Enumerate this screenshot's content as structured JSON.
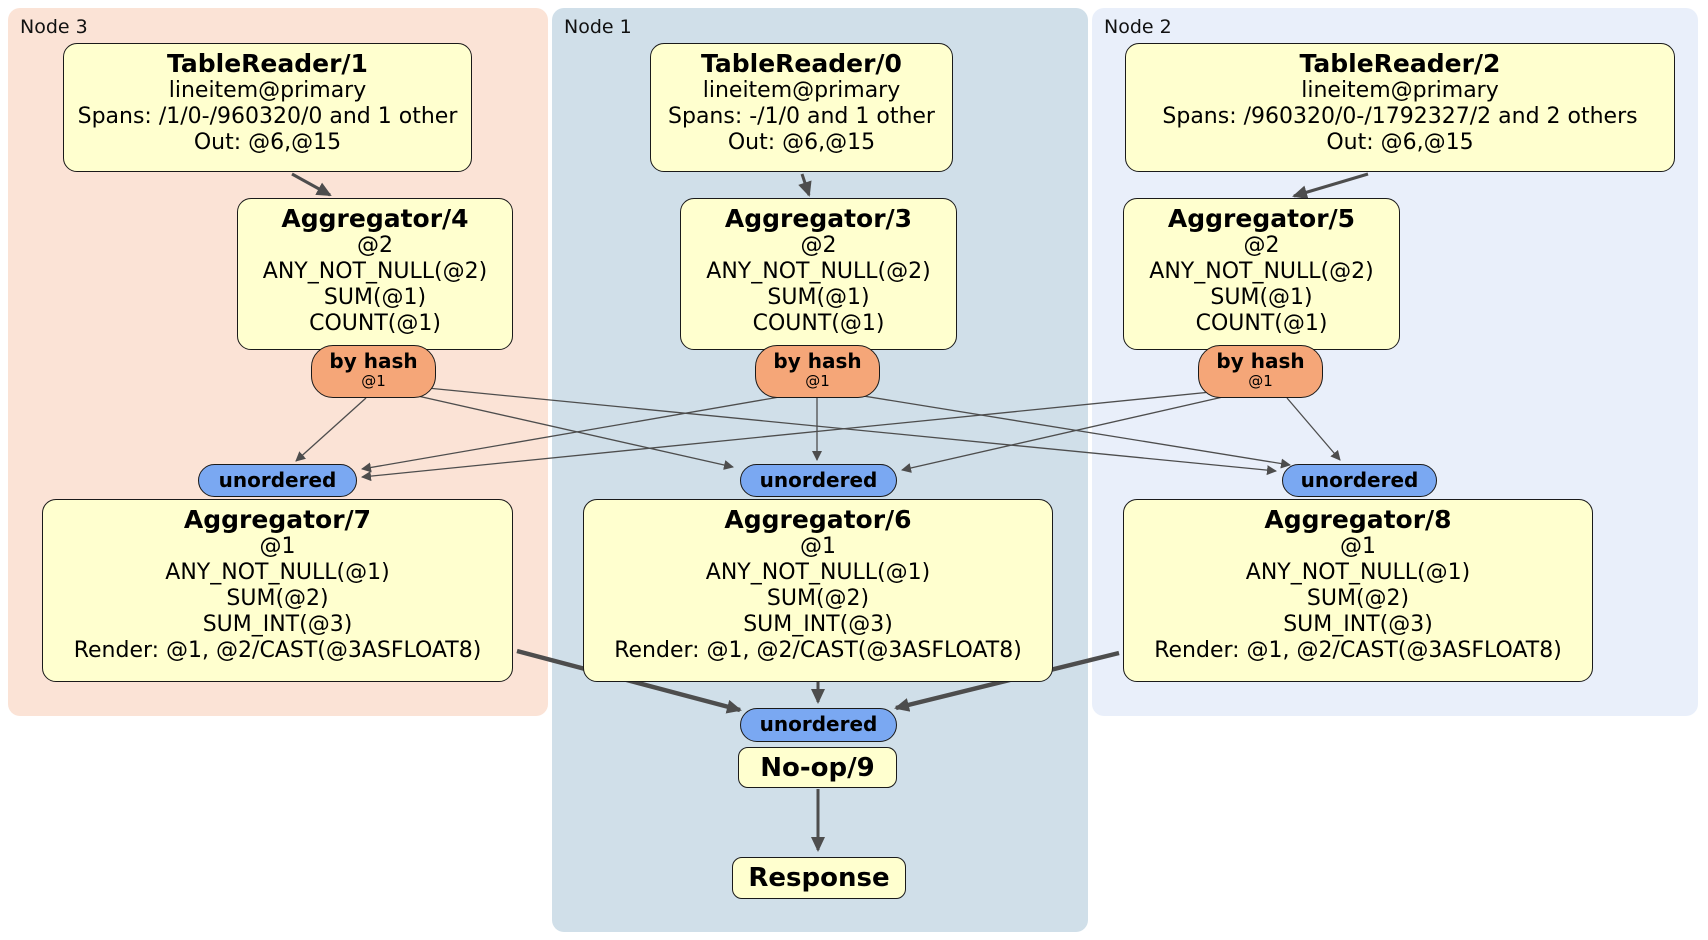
{
  "regions": [
    {
      "id": "node3",
      "label": "Node 3"
    },
    {
      "id": "node1",
      "label": "Node 1"
    },
    {
      "id": "node2",
      "label": "Node 2"
    }
  ],
  "processors": {
    "tablereader1": {
      "title": "TableReader/1",
      "lines": [
        "lineitem@primary",
        "Spans: /1/0-/960320/0 and 1 other",
        "Out: @6,@15"
      ]
    },
    "tablereader0": {
      "title": "TableReader/0",
      "lines": [
        "lineitem@primary",
        "Spans: -/1/0 and 1 other",
        "Out: @6,@15"
      ]
    },
    "tablereader2": {
      "title": "TableReader/2",
      "lines": [
        "lineitem@primary",
        "Spans: /960320/0-/1792327/2 and 2 others",
        "Out: @6,@15"
      ]
    },
    "aggregator4": {
      "title": "Aggregator/4",
      "lines": [
        "@2",
        "ANY_NOT_NULL(@2)",
        "SUM(@1)",
        "COUNT(@1)"
      ]
    },
    "aggregator3": {
      "title": "Aggregator/3",
      "lines": [
        "@2",
        "ANY_NOT_NULL(@2)",
        "SUM(@1)",
        "COUNT(@1)"
      ]
    },
    "aggregator5": {
      "title": "Aggregator/5",
      "lines": [
        "@2",
        "ANY_NOT_NULL(@2)",
        "SUM(@1)",
        "COUNT(@1)"
      ]
    },
    "aggregator7": {
      "title": "Aggregator/7",
      "lines": [
        "@1",
        "ANY_NOT_NULL(@1)",
        "SUM(@2)",
        "SUM_INT(@3)",
        "Render: @1, @2/CAST(@3ASFLOAT8)"
      ]
    },
    "aggregator6": {
      "title": "Aggregator/6",
      "lines": [
        "@1",
        "ANY_NOT_NULL(@1)",
        "SUM(@2)",
        "SUM_INT(@3)",
        "Render: @1, @2/CAST(@3ASFLOAT8)"
      ]
    },
    "aggregator8": {
      "title": "Aggregator/8",
      "lines": [
        "@1",
        "ANY_NOT_NULL(@1)",
        "SUM(@2)",
        "SUM_INT(@3)",
        "Render: @1, @2/CAST(@3ASFLOAT8)"
      ]
    },
    "noop": {
      "title": "No-op/9"
    },
    "response": {
      "title": "Response"
    }
  },
  "routers": [
    {
      "id": "hash-router-4",
      "label": "by hash",
      "detail": "@1"
    },
    {
      "id": "hash-router-3",
      "label": "by hash",
      "detail": "@1"
    },
    {
      "id": "hash-router-5",
      "label": "by hash",
      "detail": "@1"
    }
  ],
  "syncs": [
    {
      "id": "sync-left",
      "label": "unordered"
    },
    {
      "id": "sync-middle",
      "label": "unordered"
    },
    {
      "id": "sync-right",
      "label": "unordered"
    },
    {
      "id": "sync-final",
      "label": "unordered"
    }
  ],
  "colors": {
    "region_node3": "#fbe3d6",
    "region_node1": "#d0dfe9",
    "region_node2": "#e9effa",
    "processor_fill": "#ffffcf",
    "router_fill": "#f5a678",
    "sync_fill": "#7aa8f2",
    "edge": "#4d4d4d",
    "border": "#1a1a1a"
  }
}
